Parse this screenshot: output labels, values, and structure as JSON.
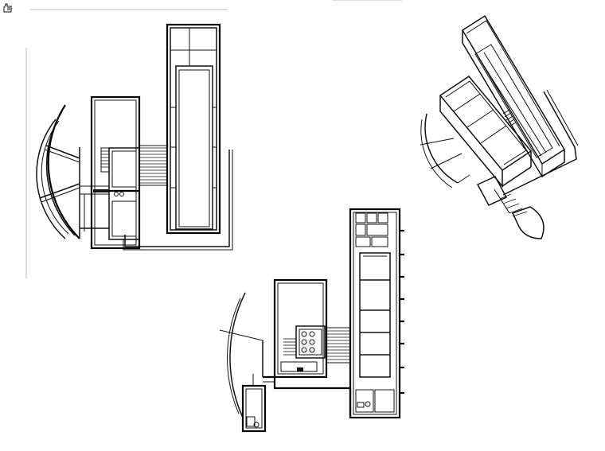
{
  "page": {
    "background": "#ffffff",
    "line_color": "#111111"
  },
  "toolbar": {
    "icon": "pointer-hand-icon"
  },
  "drawings": [
    {
      "kind": "floor-plan-upper"
    },
    {
      "kind": "axonometric-view"
    },
    {
      "kind": "floor-plan-lower"
    }
  ]
}
